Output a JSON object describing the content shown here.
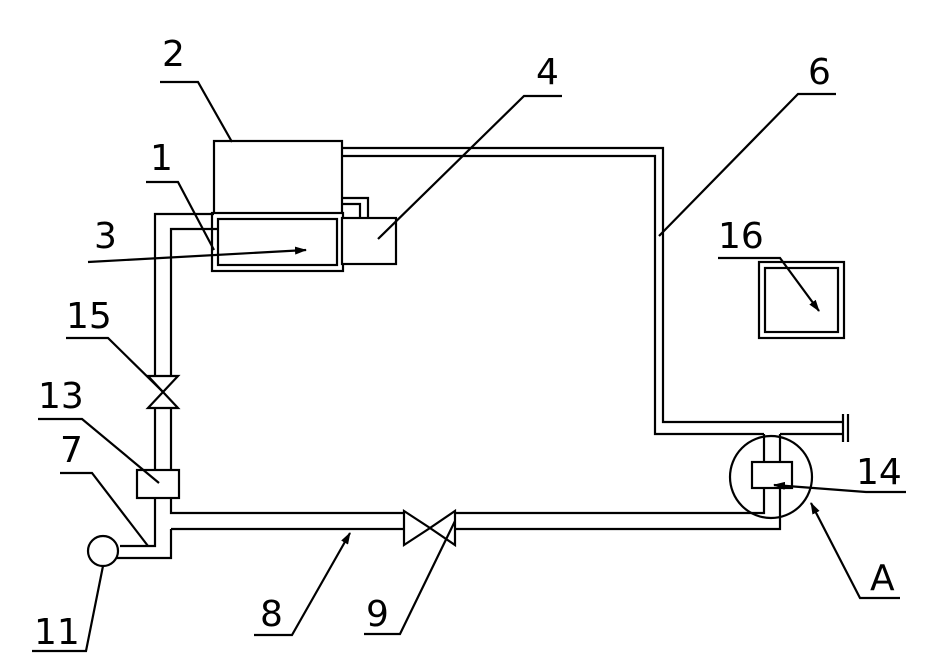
{
  "labels": {
    "l1": "1",
    "l2": "2",
    "l3": "3",
    "l4": "4",
    "l6": "6",
    "l7": "7",
    "l8": "8",
    "l9": "9",
    "l11": "11",
    "l13": "13",
    "l14": "14",
    "l15": "15",
    "l16": "16",
    "lA": "A"
  }
}
